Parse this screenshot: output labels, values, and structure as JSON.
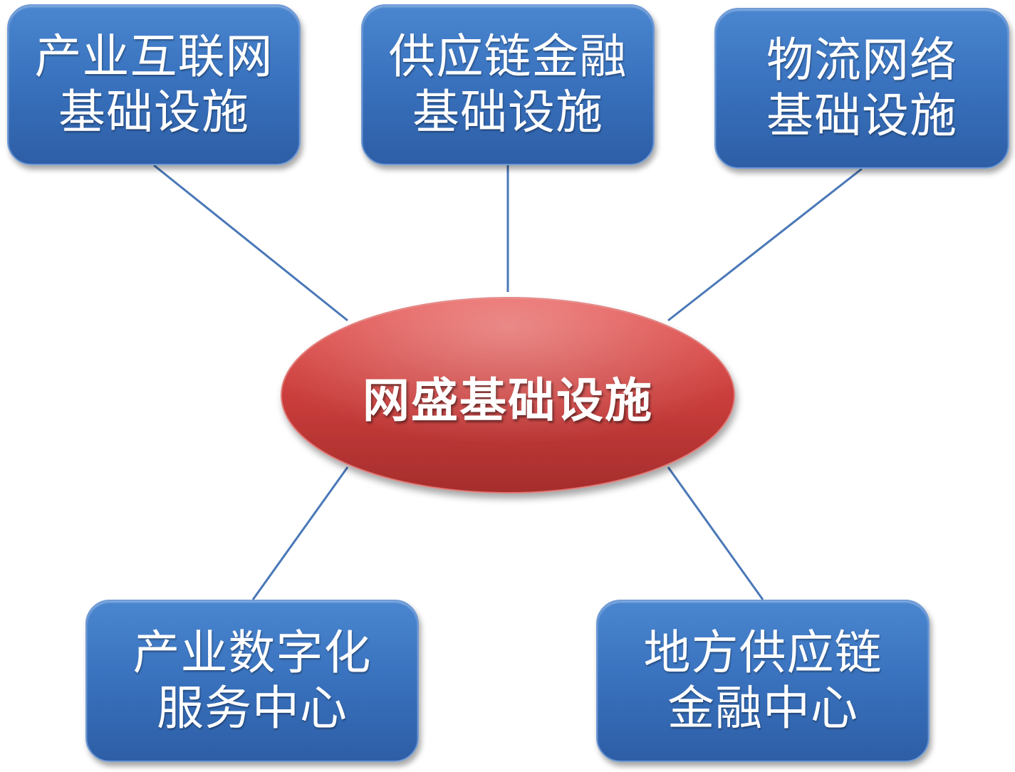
{
  "center": {
    "label": "网盛基础设施"
  },
  "nodes": {
    "top_left": {
      "line1": "产业互联网",
      "line2": "基础设施"
    },
    "top_center": {
      "line1": "供应链金融",
      "line2": "基础设施"
    },
    "top_right": {
      "line1": "物流网络",
      "line2": "基础设施"
    },
    "bottom_left": {
      "line1": "产业数字化",
      "line2": "服务中心"
    },
    "bottom_right": {
      "line1": "地方供应链",
      "line2": "金融中心"
    }
  },
  "colors": {
    "node_fill": "#3a73bf",
    "center_fill": "#c83a3a",
    "connector": "#4a78b8",
    "text": "#ffffff"
  }
}
